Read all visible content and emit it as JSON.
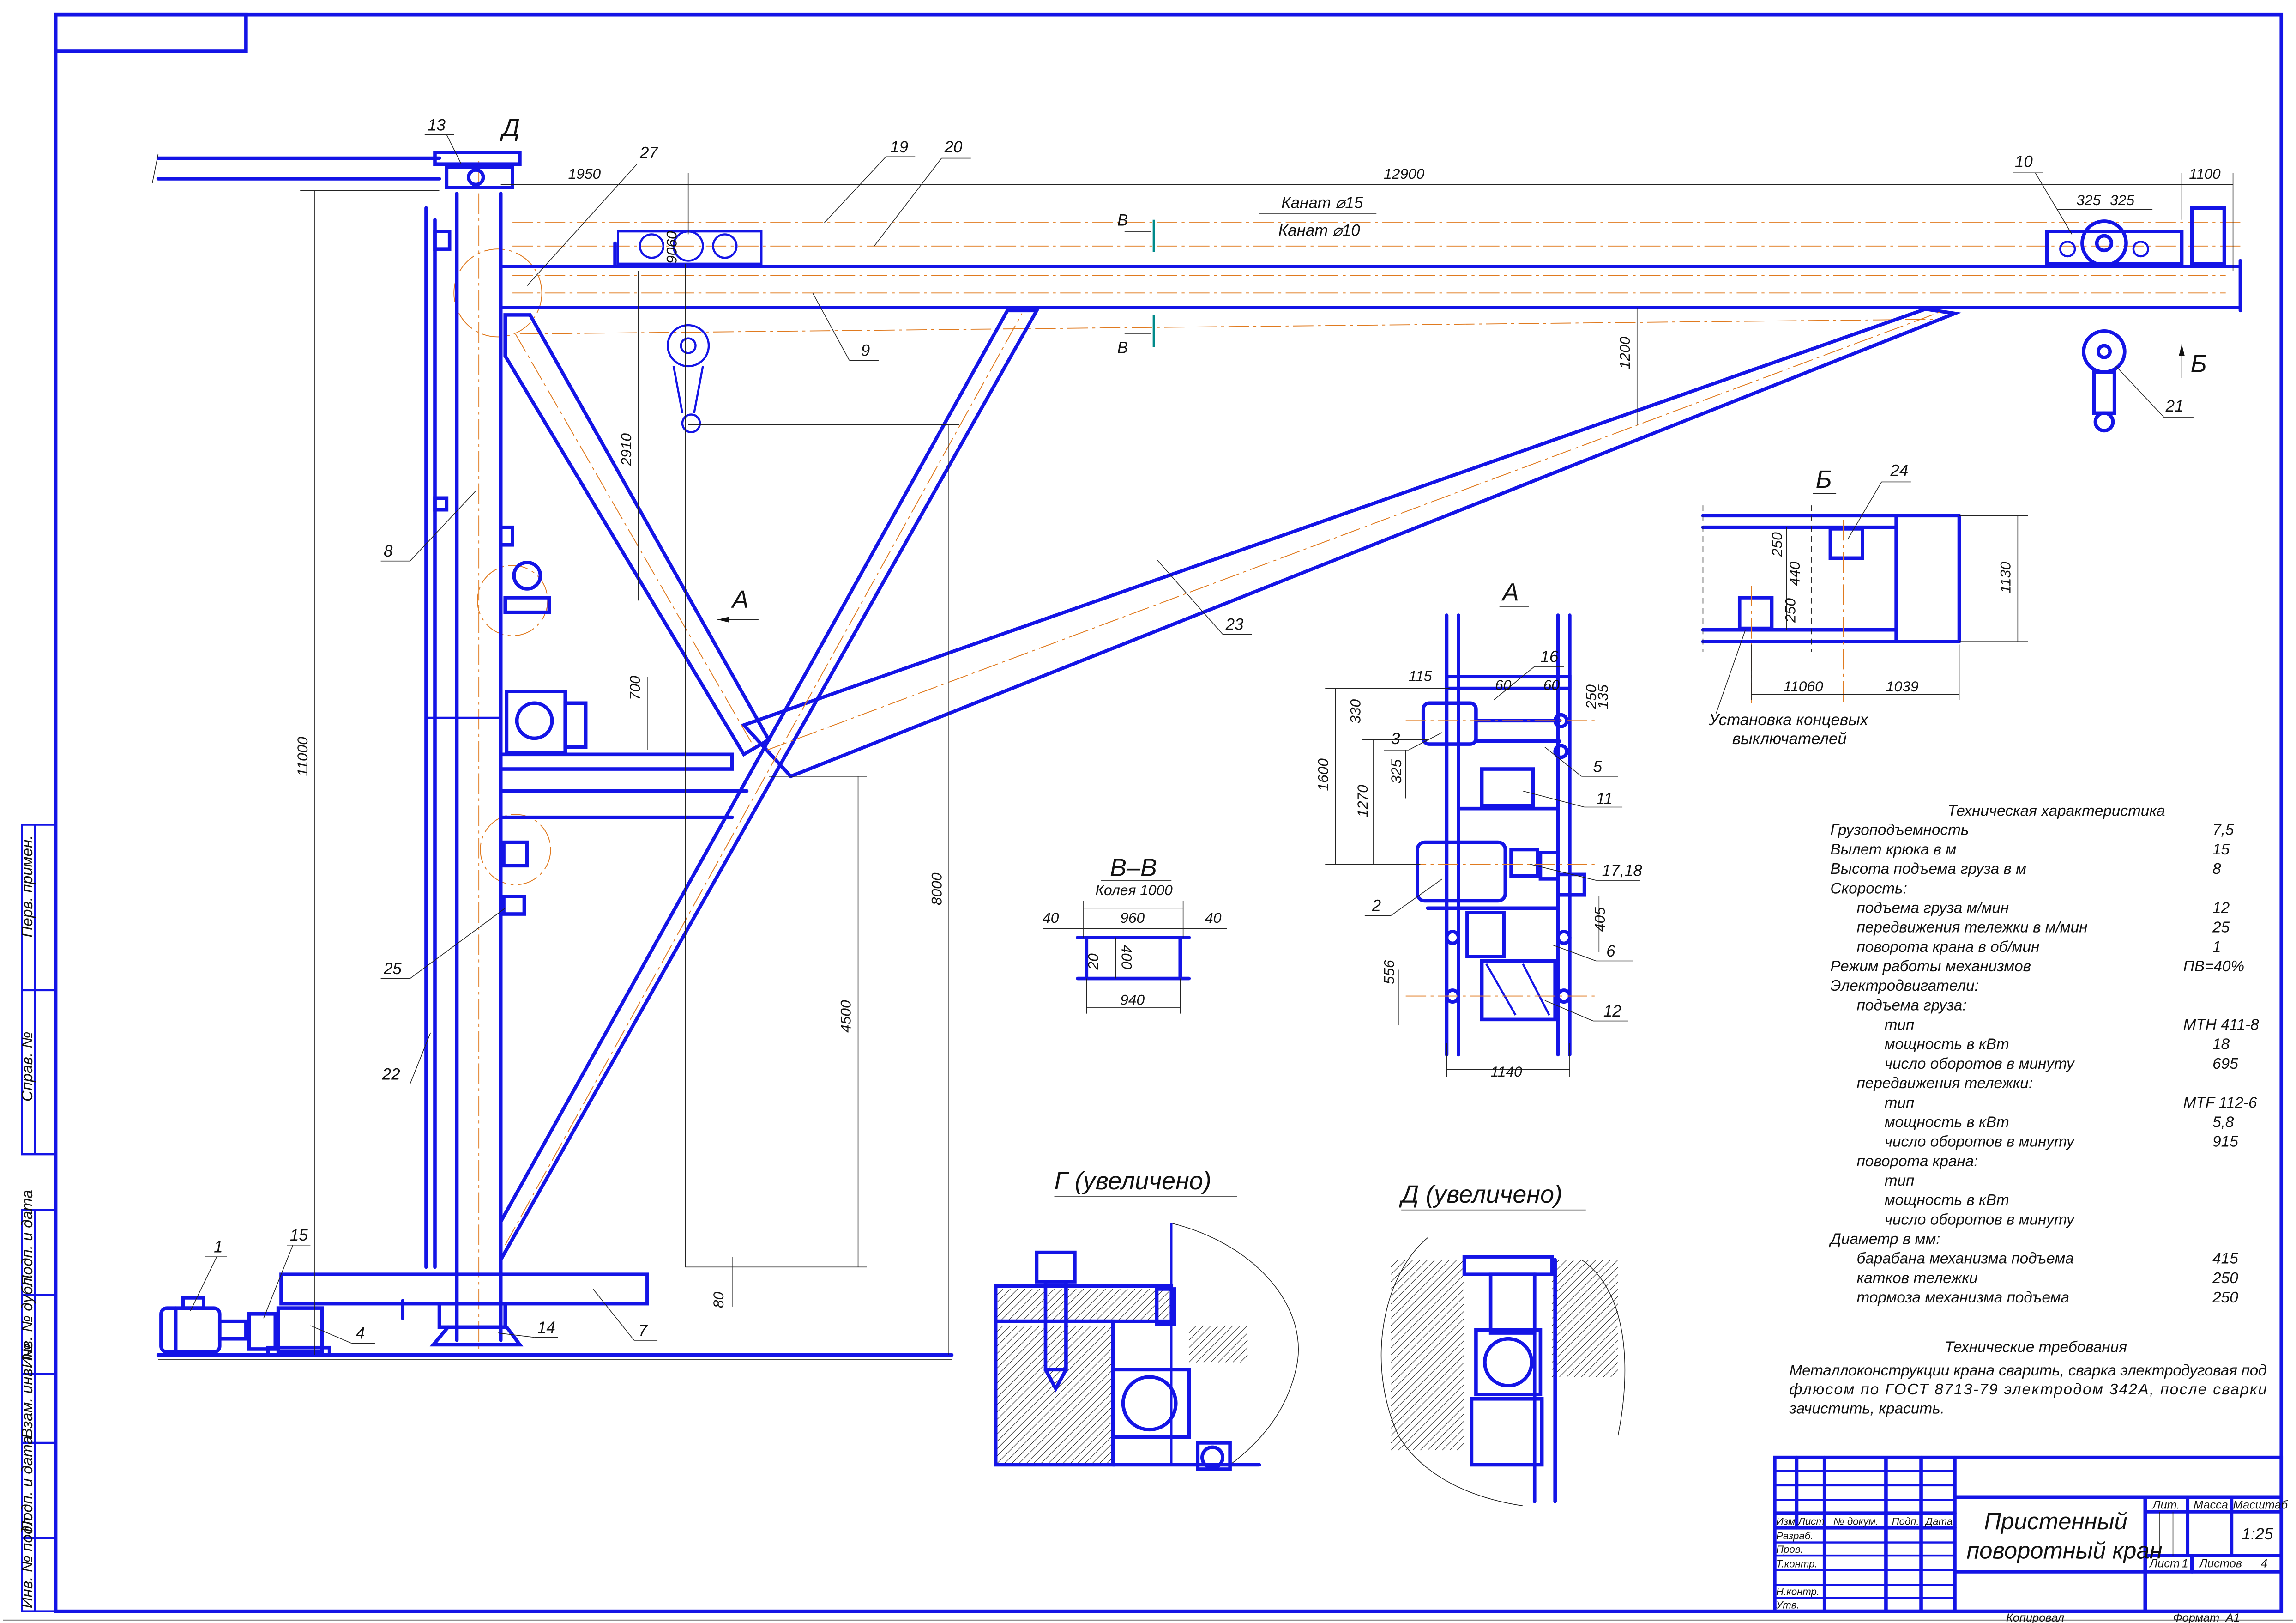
{
  "main_view": {
    "callouts": {
      "c13": "13",
      "c27": "27",
      "c19": "19",
      "c20": "20",
      "c10": "10",
      "c9": "9",
      "c8": "8",
      "c25": "25",
      "c22": "22",
      "c23": "23",
      "c21": "21",
      "c1": "1",
      "c15": "15",
      "c4": "4",
      "c14": "14",
      "c7": "7"
    },
    "view_markers": {
      "detail_d": "Д",
      "view_a": "А",
      "view_b": "Б",
      "section_v_top": "В",
      "section_v_bottom": "В"
    },
    "rope_labels": {
      "rope_15": "Канат ⌀15",
      "rope_10": "Канат ⌀10"
    },
    "dimensions": {
      "d1950": "1950",
      "d12900": "12900",
      "d1100": "1100",
      "d325a": "325",
      "d325b": "325",
      "d11000": "11000",
      "d8000": "8000",
      "d4500": "4500",
      "d2910": "2910",
      "d1200": "1200",
      "d700": "700",
      "d80": "80",
      "d9060": "9060"
    }
  },
  "view_a": {
    "title": "А",
    "dimensions": {
      "d1600": "1600",
      "d1270": "1270",
      "d330": "330",
      "d325": "325",
      "d115": "115",
      "d60a": "60",
      "d60b": "60",
      "d250": "250",
      "d135": "135",
      "d1140": "1140",
      "d556": "556",
      "d405": "405"
    },
    "callouts": {
      "c16": "16",
      "c3": "3",
      "c5": "5",
      "c11": "11",
      "c1718": "17,18",
      "c2": "2",
      "c6": "6",
      "c12": "12"
    }
  },
  "section_vv": {
    "title": "В–В",
    "subtitle": "Колея 1000",
    "dimensions": {
      "d40a": "40",
      "d960": "960",
      "d40b": "40",
      "d20": "20",
      "d400": "400",
      "d940": "940"
    }
  },
  "view_b": {
    "title": "Б",
    "callout": "24",
    "dimensions": {
      "d250a": "250",
      "d440": "440",
      "d250b": "250",
      "d1130": "1130",
      "d11060": "11060",
      "d1039": "1039"
    },
    "note": [
      "Установка концевых",
      "выключателей"
    ]
  },
  "details": {
    "g": "Г (увеличено)",
    "d": "Д (увеличено)"
  },
  "specs": {
    "title": "Техническая характеристика",
    "rows": [
      {
        "label": "Грузоподъемность",
        "value": "7,5",
        "level": 0
      },
      {
        "label": "Вылет крюка в м",
        "value": "15",
        "level": 0
      },
      {
        "label": "Высота подъема груза в м",
        "value": "8",
        "level": 0
      },
      {
        "label": "Скорость:",
        "value": "",
        "level": 0
      },
      {
        "label": "подъема груза м/мин",
        "value": "12",
        "level": 1
      },
      {
        "label": "передвижения тележки в м/мин",
        "value": "25",
        "level": 1
      },
      {
        "label": "поворота крана в об/мин",
        "value": "1",
        "level": 1
      },
      {
        "label": "Режим работы механизмов",
        "value": "ПВ=40%",
        "level": 0
      },
      {
        "label": "Электродвигатели:",
        "value": "",
        "level": 0
      },
      {
        "label": "подъема груза:",
        "value": "",
        "level": 1
      },
      {
        "label": "тип",
        "value": "МТН 411-8",
        "level": 2
      },
      {
        "label": "мощность в кВт",
        "value": "18",
        "level": 2
      },
      {
        "label": "число оборотов в минуту",
        "value": "695",
        "level": 2
      },
      {
        "label": "передвижения тележки:",
        "value": "",
        "level": 1
      },
      {
        "label": "тип",
        "value": "MTF 112-6",
        "level": 2
      },
      {
        "label": "мощность в кВт",
        "value": "5,8",
        "level": 2
      },
      {
        "label": "число оборотов в минуту",
        "value": "915",
        "level": 2
      },
      {
        "label": "поворота крана:",
        "value": "",
        "level": 1
      },
      {
        "label": "тип",
        "value": "",
        "level": 2
      },
      {
        "label": "мощность в кВт",
        "value": "",
        "level": 2
      },
      {
        "label": "число оборотов в минуту",
        "value": "",
        "level": 2
      },
      {
        "label": "Диаметр в мм:",
        "value": "",
        "level": 0
      },
      {
        "label": "барабана механизма подъема",
        "value": "415",
        "level": 1
      },
      {
        "label": "катков тележки",
        "value": "250",
        "level": 1
      },
      {
        "label": "тормоза механизма подъема",
        "value": "250",
        "level": 1
      }
    ]
  },
  "requirements": {
    "title": "Технические требования",
    "lines": [
      "Металлоконструкции крана сварить, сварка электродуговая под",
      "флюсом по ГОСТ 8713-79 электродом 342А, после сварки",
      "зачистить, красить."
    ]
  },
  "title_block": {
    "name_line1": "Пристенный",
    "name_line2": "поворотный кран",
    "headers": {
      "izm": "Изм.",
      "list": "Лист",
      "doc": "№ докум.",
      "sign": "Подп.",
      "date": "Дата"
    },
    "roles": {
      "razrab": "Разраб.",
      "prov": "Пров.",
      "tkontr": "Т.контр.",
      "nkontr": "Н.контр.",
      "utv": "Утв."
    },
    "lit_label": "Лит.",
    "mass_label": "Масса",
    "scale_label": "Масштаб",
    "scale": "1:25",
    "sheet_label": "Лист",
    "sheet": "1",
    "sheets_label": "Листов",
    "sheets": "4",
    "copied": "Копировал",
    "format_label": "Формат",
    "format": "А1"
  },
  "side_stamp": [
    "Перв. примен.",
    "Справ. №",
    "Подп. и дата",
    "Инв. № дубл.",
    "Взам. инв. №",
    "Подп. и дата",
    "Инв. № подл."
  ]
}
